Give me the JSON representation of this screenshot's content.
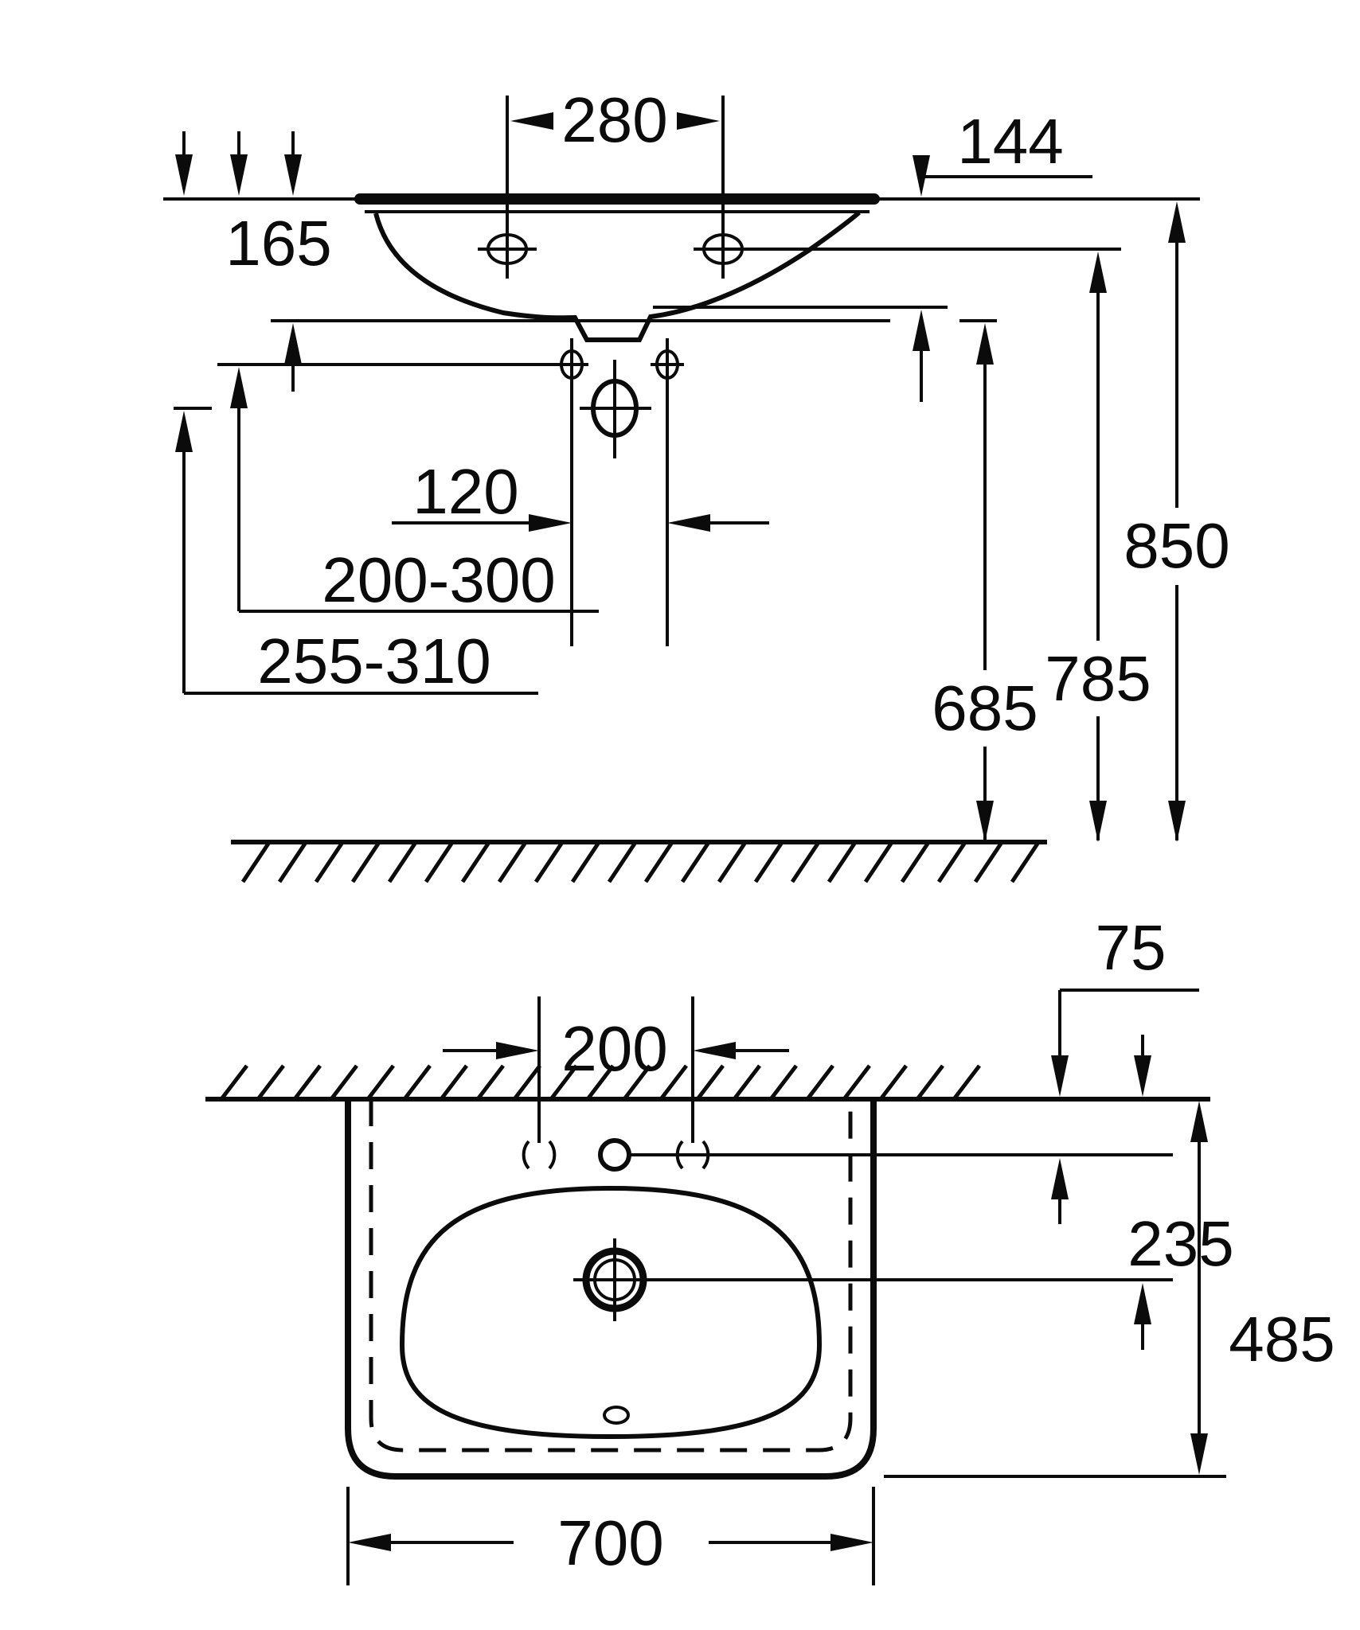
{
  "drawing_title": "washbasin-installation-dimension-drawing",
  "units": "mm",
  "front_view": {
    "dims": {
      "tap_hole_spacing": "280",
      "rim_to_lower_edge": "144",
      "rim_to_basin_bottom": "165",
      "fixing_hole_spacing": "120",
      "range_upper": "200-300",
      "range_lower": "255-310",
      "floor_to_basin_bottom": "685",
      "floor_to_tap_holes": "785",
      "floor_to_rim": "850"
    }
  },
  "plan_view": {
    "dims": {
      "side_hole_spacing": "200",
      "wall_to_tap_holes": "75",
      "wall_to_drain": "235",
      "wall_to_front_edge": "485",
      "basin_width": "700"
    }
  },
  "colors": {
    "line": "#0b0b0b",
    "background": "#ffffff"
  }
}
